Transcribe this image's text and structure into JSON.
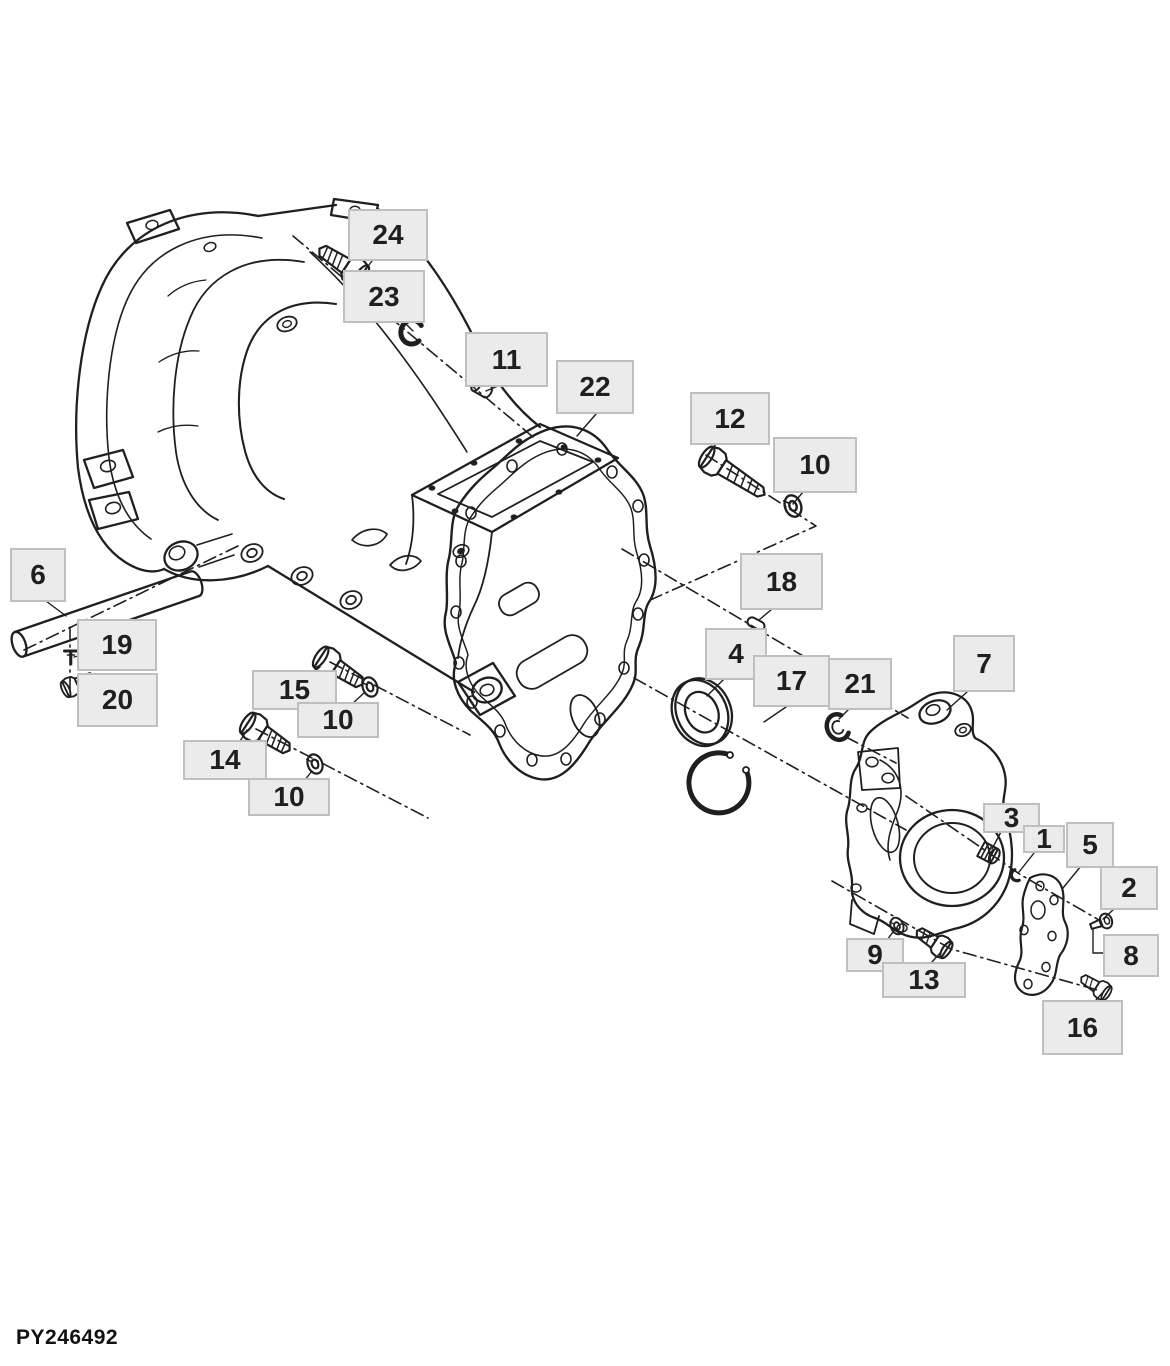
{
  "colors": {
    "background": "#ffffff",
    "line": "#1f1f1f",
    "callout_fill": "#ebebeb",
    "callout_border": "#bfbfbf",
    "text": "#1f1f1f"
  },
  "footer": {
    "code": "PY246492"
  },
  "callouts": [
    {
      "label": "24"
    },
    {
      "label": "23"
    },
    {
      "label": "11"
    },
    {
      "label": "22"
    },
    {
      "label": "12"
    },
    {
      "label": "10"
    },
    {
      "label": "18"
    },
    {
      "label": "4"
    },
    {
      "label": "17"
    },
    {
      "label": "21"
    },
    {
      "label": "7"
    },
    {
      "label": "6"
    },
    {
      "label": "19"
    },
    {
      "label": "20"
    },
    {
      "label": "15"
    },
    {
      "label": "10"
    },
    {
      "label": "14"
    },
    {
      "label": "10"
    },
    {
      "label": "3"
    },
    {
      "label": "1"
    },
    {
      "label": "5"
    },
    {
      "label": "2"
    },
    {
      "label": "8"
    },
    {
      "label": "9"
    },
    {
      "label": "13"
    },
    {
      "label": "16"
    }
  ]
}
